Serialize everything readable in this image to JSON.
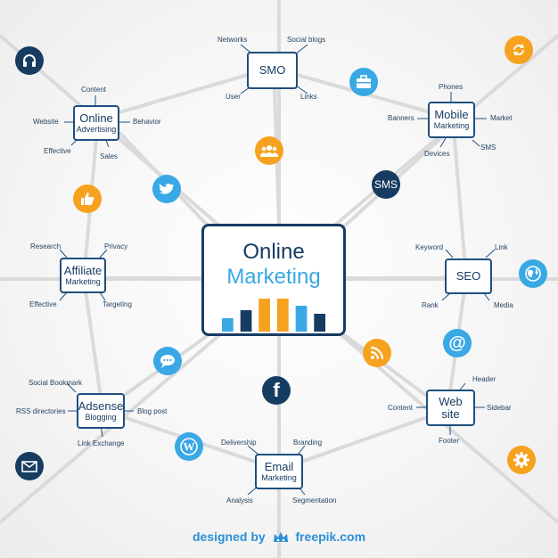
{
  "center": {
    "line1": "Online",
    "line2": "Marketing",
    "bar_levels": [
      0.35,
      0.55,
      0.85,
      0.85,
      0.65,
      0.45
    ],
    "bar_colors": [
      "#39a8e5",
      "#173c62",
      "#f6a21e",
      "#f6a21e",
      "#39a8e5",
      "#173c62"
    ]
  },
  "nodes": {
    "smo": {
      "title": "SMO",
      "labels": [
        "Networks",
        "Social blogs",
        "User",
        "Links"
      ]
    },
    "online_advertising": {
      "title": "Online",
      "subtitle": "Advertising",
      "labels": [
        "Content",
        "Website",
        "Behavior",
        "Effective",
        "Sales"
      ]
    },
    "mobile_marketing": {
      "title": "Mobile",
      "subtitle": "Marketing",
      "labels": [
        "Phones",
        "Banners",
        "Market",
        "Devices",
        "SMS"
      ]
    },
    "affiliate_marketing": {
      "title": "Affiliate",
      "subtitle": "Marketing",
      "labels": [
        "Research",
        "Privacy",
        "Effective",
        "Targeting"
      ]
    },
    "seo": {
      "title": "SEO",
      "labels": [
        "Keyword",
        "Link",
        "Rank",
        "Media"
      ]
    },
    "adsense_blogging": {
      "title": "Adsense",
      "subtitle": "Blogging",
      "labels": [
        "Social Bookmark",
        "RSS directories",
        "Blog post",
        "Link Exchange"
      ]
    },
    "web_site": {
      "title": "Web",
      "subtitle": "site",
      "labels": [
        "Header",
        "Content",
        "Sidebar",
        "Footer"
      ]
    },
    "email_marketing": {
      "title": "Email",
      "subtitle": "Marketing",
      "labels": [
        "Delivership",
        "Branding",
        "Analysis",
        "Segmentation"
      ]
    }
  },
  "icons": {
    "headphones": {
      "name": "headphones-icon",
      "color": "#173c62"
    },
    "refresh": {
      "name": "refresh-icon",
      "color": "#f6a21e"
    },
    "briefcase": {
      "name": "briefcase-icon",
      "color": "#39a8e5"
    },
    "people": {
      "name": "people-icon",
      "color": "#f6a21e"
    },
    "twitter": {
      "name": "twitter-icon",
      "color": "#39a8e5"
    },
    "sms": {
      "name": "sms-icon",
      "color": "#173c62",
      "text": "SMS"
    },
    "thumbs_up": {
      "name": "thumbs-up-icon",
      "color": "#f6a21e"
    },
    "globe": {
      "name": "globe-icon",
      "color": "#39a8e5"
    },
    "chat": {
      "name": "chat-icon",
      "color": "#39a8e5"
    },
    "rss": {
      "name": "rss-icon",
      "color": "#f6a21e"
    },
    "at": {
      "name": "at-icon",
      "color": "#39a8e5",
      "text": "@"
    },
    "facebook": {
      "name": "facebook-icon",
      "color": "#173c62",
      "text": "f"
    },
    "wordpress": {
      "name": "wordpress-icon",
      "color": "#39a8e5"
    },
    "mail": {
      "name": "mail-icon",
      "color": "#173c62"
    },
    "gear": {
      "name": "gear-icon",
      "color": "#f6a21e"
    }
  },
  "footer": {
    "designed_by": "designed by",
    "brand": "freepik.com",
    "brand_color": "#2b8fd6"
  },
  "colors": {
    "dark_blue": "#173c62",
    "light_blue": "#39a8e5",
    "orange": "#f6a21e",
    "line_gray": "#d9d9d9"
  }
}
